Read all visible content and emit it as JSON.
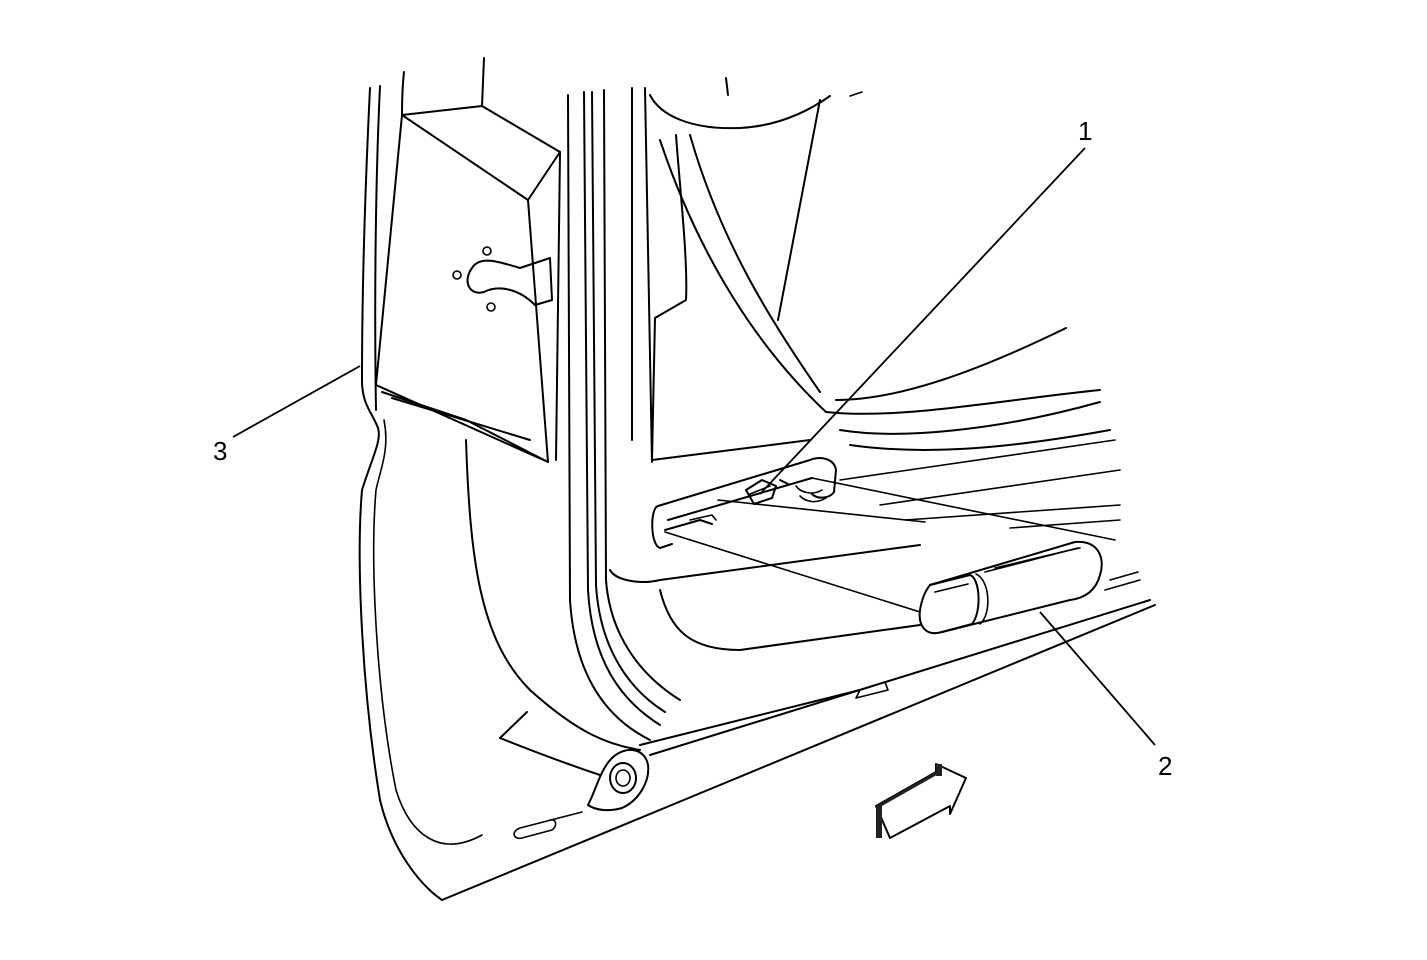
{
  "diagram": {
    "callouts": [
      {
        "id": "1",
        "label": "1"
      },
      {
        "id": "2",
        "label": "2"
      },
      {
        "id": "3",
        "label": "3"
      }
    ],
    "line_color": "#000000",
    "background_color": "#ffffff"
  }
}
